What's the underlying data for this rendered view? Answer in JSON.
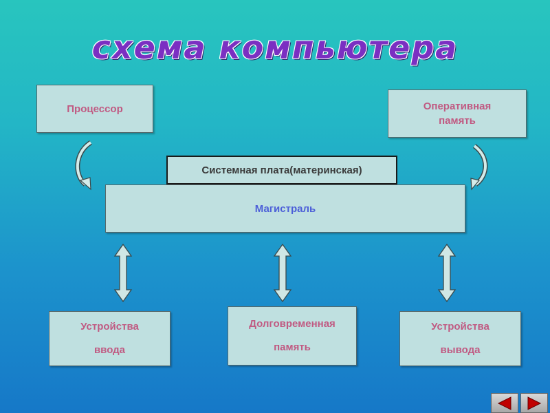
{
  "title": "схема компьютера",
  "processor": {
    "label": "Процессор"
  },
  "ram": {
    "line1": "Оперативная",
    "line2": "память"
  },
  "motherboard": {
    "label": "Системная плата(материнская)"
  },
  "bus": {
    "label": "Магистраль"
  },
  "input_devices": {
    "line1": "Устройства",
    "line2": "ввода"
  },
  "storage": {
    "line1": "Долговременная",
    "line2": "память"
  },
  "output_devices": {
    "line1": "Устройства",
    "line2": "вывода"
  },
  "nav": {
    "prev_icon": "triangle-left-icon",
    "next_icon": "triangle-right-icon",
    "arrow_color": "#c00000"
  },
  "colors": {
    "box_fill": "#bfe0e0",
    "label_pink": "#c05a82",
    "bus_blue": "#4c5fd8",
    "title_purple": "#7b2fc2"
  }
}
